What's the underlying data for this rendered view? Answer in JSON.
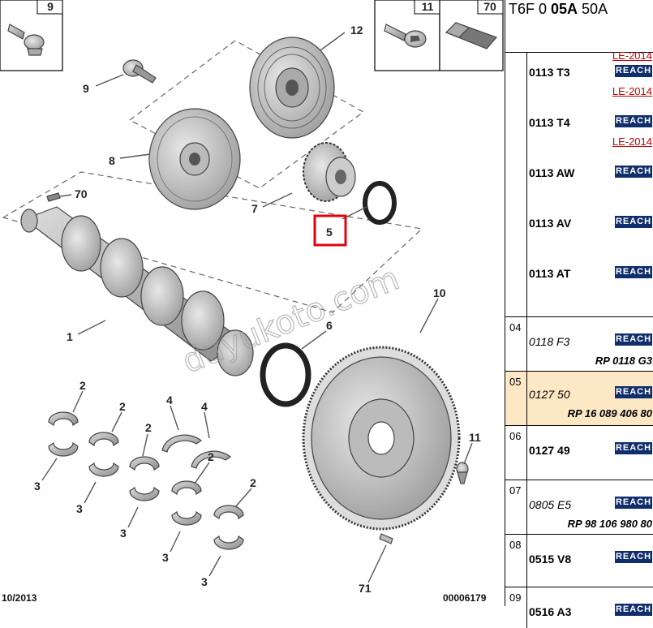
{
  "diagram": {
    "callouts": {
      "c9_box": "9",
      "c11_box": "11",
      "c70_box": "70",
      "c12": "12",
      "c9": "9",
      "c8": "8",
      "c7": "7",
      "c5": "5",
      "c70": "70",
      "c1": "1",
      "c6": "6",
      "c10": "10",
      "c2a": "2",
      "c2b": "2",
      "c2c": "2",
      "c2d": "2",
      "c2e": "2",
      "c4a": "4",
      "c4b": "4",
      "c3a": "3",
      "c3b": "3",
      "c3c": "3",
      "c3d": "3",
      "c3e": "3",
      "c11": "11",
      "c71": "71"
    },
    "date": "10/2013",
    "drawing_number": "00006179",
    "watermark": "duyukoto.com",
    "highlight_color": "#e3000f"
  },
  "panel": {
    "header": {
      "prefix": "T6F 0 ",
      "bold": "05A",
      "suffix": " 50A"
    },
    "groups": [
      {
        "idx": "",
        "rows": [
          {
            "le": "LE-2014",
            "code": "0113 T3",
            "italic": false,
            "reach": "REACH"
          },
          {
            "le": "LE-2014",
            "code": "0113 T4",
            "italic": false,
            "reach": "REACH"
          },
          {
            "le": "LE-2014",
            "code": "0113 AW",
            "italic": false,
            "reach": "REACH"
          },
          {
            "le": "",
            "code": "0113 AV",
            "italic": false,
            "reach": "REACH"
          },
          {
            "le": "",
            "code": "0113 AT",
            "italic": false,
            "reach": "REACH"
          }
        ]
      },
      {
        "idx": "04",
        "code": "0118 F3",
        "italic": true,
        "reach": "REACH",
        "rp": "RP 0118 G3"
      },
      {
        "idx": "05",
        "code": "0127 50",
        "italic": true,
        "reach": "REACH",
        "rp": "RP 16 089 406 80",
        "highlight": true
      },
      {
        "idx": "06",
        "code": "0127 49",
        "italic": false,
        "reach": "REACH",
        "rp": ""
      },
      {
        "idx": "07",
        "code": "0805 E5",
        "italic": true,
        "reach": "REACH",
        "rp": "RP 98 106 980 80"
      },
      {
        "idx": "08",
        "code": "0515 V8",
        "italic": false,
        "reach": "REACH",
        "rp": ""
      },
      {
        "idx": "09",
        "code": "0516 A3",
        "italic": false,
        "reach": "REACH",
        "rp": ""
      }
    ],
    "highlight_bg": "#fde8c6",
    "le_color": "#c00000",
    "reach_color": "#0f2e6b"
  }
}
